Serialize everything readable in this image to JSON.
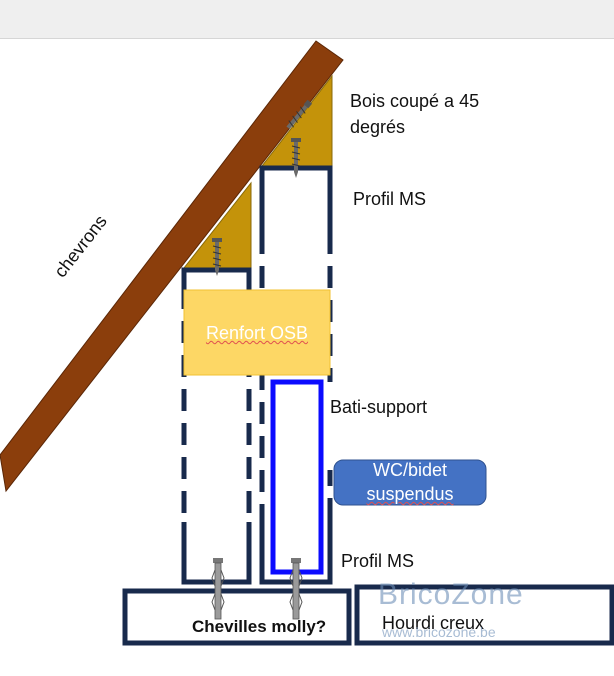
{
  "labels": {
    "cut_wood": "Bois coupé a 45",
    "cut_wood_2": "degrés",
    "profile_top": "Profil MS",
    "rafters": "chevrons",
    "osb": "Renfort OSB",
    "frame": "Bati-support",
    "wc": "WC/bidet",
    "wc_2": "suspendus",
    "profile_bottom": "Profil MS",
    "anchors": "Chevilles molly?",
    "hollow_block": "Hourdi creux"
  },
  "watermark": {
    "brand": "BricoZone",
    "url": "www.bricozone.be"
  },
  "colors": {
    "rafter": "#8b3e0c",
    "rafter_edge": "#5a2606",
    "wood": "#c4930a",
    "profile": "#182a4c",
    "osb": "#fdd765",
    "frame": "#0b0bff",
    "callout": "#4472c4",
    "watermark": "#6e8fb8"
  }
}
